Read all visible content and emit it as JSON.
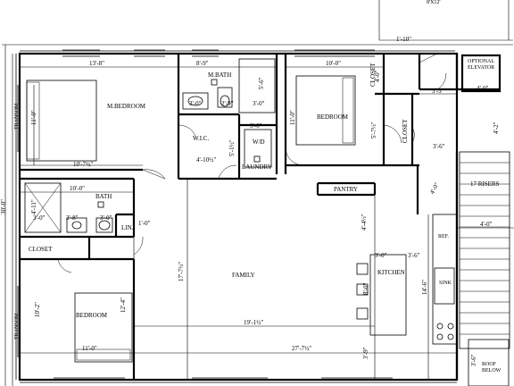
{
  "plan": {
    "rooms": {
      "master_bedroom": "M.BEDROOM",
      "master_bath": "M.BATH",
      "bedroom_1": "BEDROOM",
      "closet_1": "CLOSET",
      "closet_2": "CLOSET",
      "wic": "W.I.C.",
      "wd": "W/D",
      "laundry": "LAUNDRY",
      "pantry": "PANTRY",
      "bath": "BATH",
      "lin": "LIN.",
      "closet_3": "CLOSET",
      "bedroom_2": "BEDROOM",
      "family": "FAMILY",
      "kitchen": "KITCHEN",
      "optional_elevator_line1": "OPTIONAL",
      "optional_elevator_line2": "ELEVATOR",
      "risers": "17 RISERS",
      "ref": "REF.",
      "sink": "SINK",
      "roof_below_line1": "ROOF",
      "roof_below_line2": "BELOW",
      "transom_top": "TRANSOM",
      "transom_bottom": "TRANSOM",
      "top_note": "8'X12'"
    },
    "dims": {
      "d_13_8": "13'-8\"",
      "d_8_9": "8'-9\"",
      "d_10_0_top": "10'-0\"",
      "d_1_10": "1'-10\"",
      "d_3_0_mbath": "3'-0\"",
      "d_2_9": "2'-9\"",
      "d_3_0b": "3'-0\"",
      "d_5_6": "5'-6\"",
      "d_11_0_left": "11'-0\"",
      "d_11_0_bed": "11'-0\"",
      "d_3_6_wd": "3'-6\"",
      "d_5_1_2": "5'-1½\"",
      "d_4_10_1_2": "4'-10½\"",
      "d_10_7_1_2": "10'-7½\"",
      "d_4_0_closet": "4'-0\"",
      "d_5_7_1_2": "5'-7½\"",
      "d_3_3": "3'-3\"",
      "d_4_0_elev": "4'-0\"",
      "d_4_2": "4'-2\"",
      "d_3_6_stair": "3'-6\"",
      "d_4_0_stair": "4'-0\"",
      "d_4_0_diag": "4'-0\"",
      "d_10_0_bath": "10'-0\"",
      "d_4_11": "4'-11\"",
      "d_2_8": "2'-8\"",
      "d_3_0_bath": "3'-0\"",
      "d_3_0_left": "3'-0\"",
      "d_1_0": "1'-0\"",
      "d_4_4_1_2": "4'-4½\"",
      "d_3_0_kit": "3'-0\"",
      "d_3_6_kit": "3'-6\"",
      "d_8_0": "8'-0\"",
      "d_14_6": "14'-6\"",
      "d_17_7_1_2": "17'-7½\"",
      "d_12_4": "12'-4\"",
      "d_10_2": "10'-2\"",
      "d_11_0_bot": "11'-0\"",
      "d_19_1_1_2": "19'-1½\"",
      "d_27_7_1_2": "27'-7½\"",
      "d_3_9": "3'-9\"",
      "d_3_6_roof": "3'-6\"",
      "d_30_0": "30'-0\""
    }
  }
}
